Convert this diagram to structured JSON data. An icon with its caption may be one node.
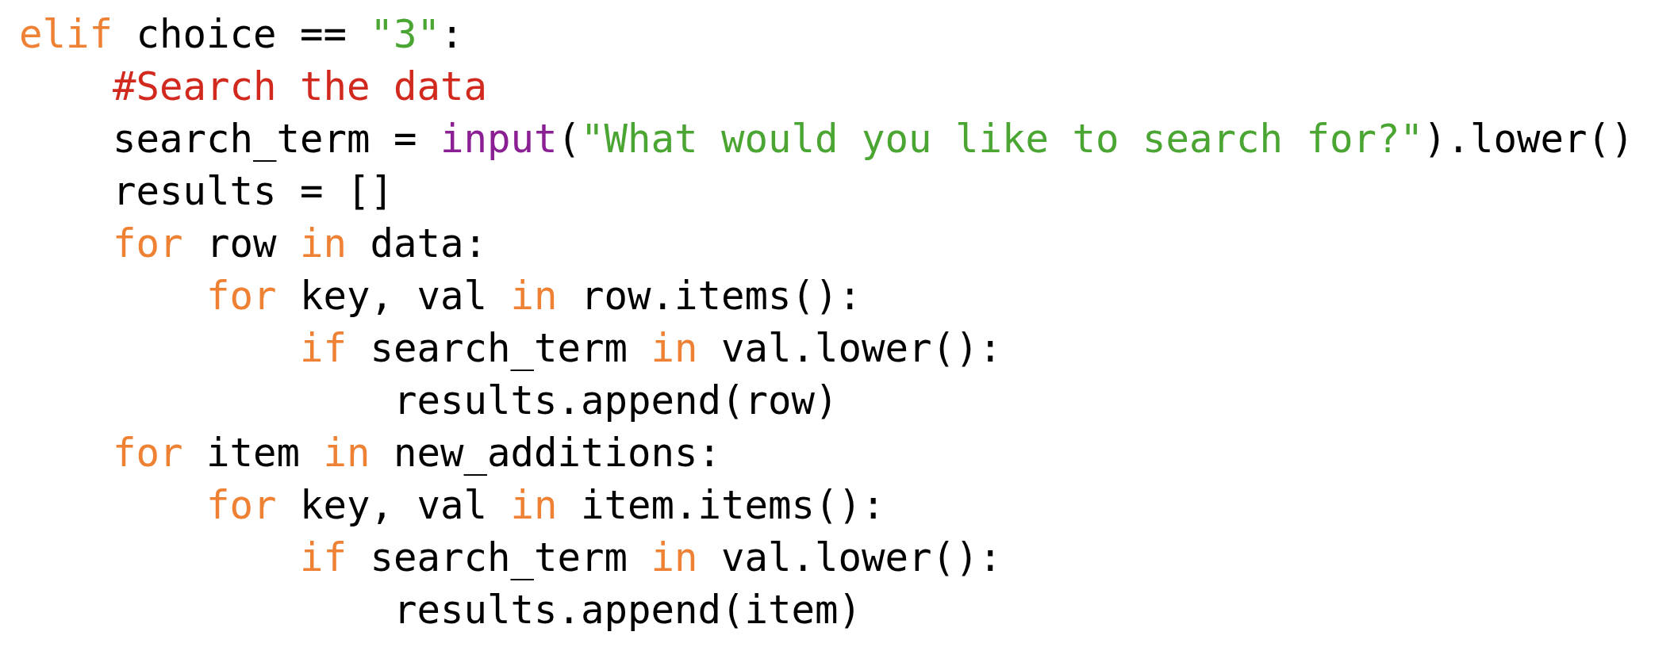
{
  "diagram": {
    "labels": [
      "elif choice == \"3\":",
      "#Search the data",
      "search_term = input(\"What would you like to search for?\").lower()",
      "results = []",
      "for row in data:",
      "for key, val in row.items():",
      "if search_term in val.lower():",
      "results.append(row)",
      "for item in new_additions:",
      "for key, val in item.items():",
      "if search_term in val.lower():",
      "results.append(item)"
    ]
  }
}
